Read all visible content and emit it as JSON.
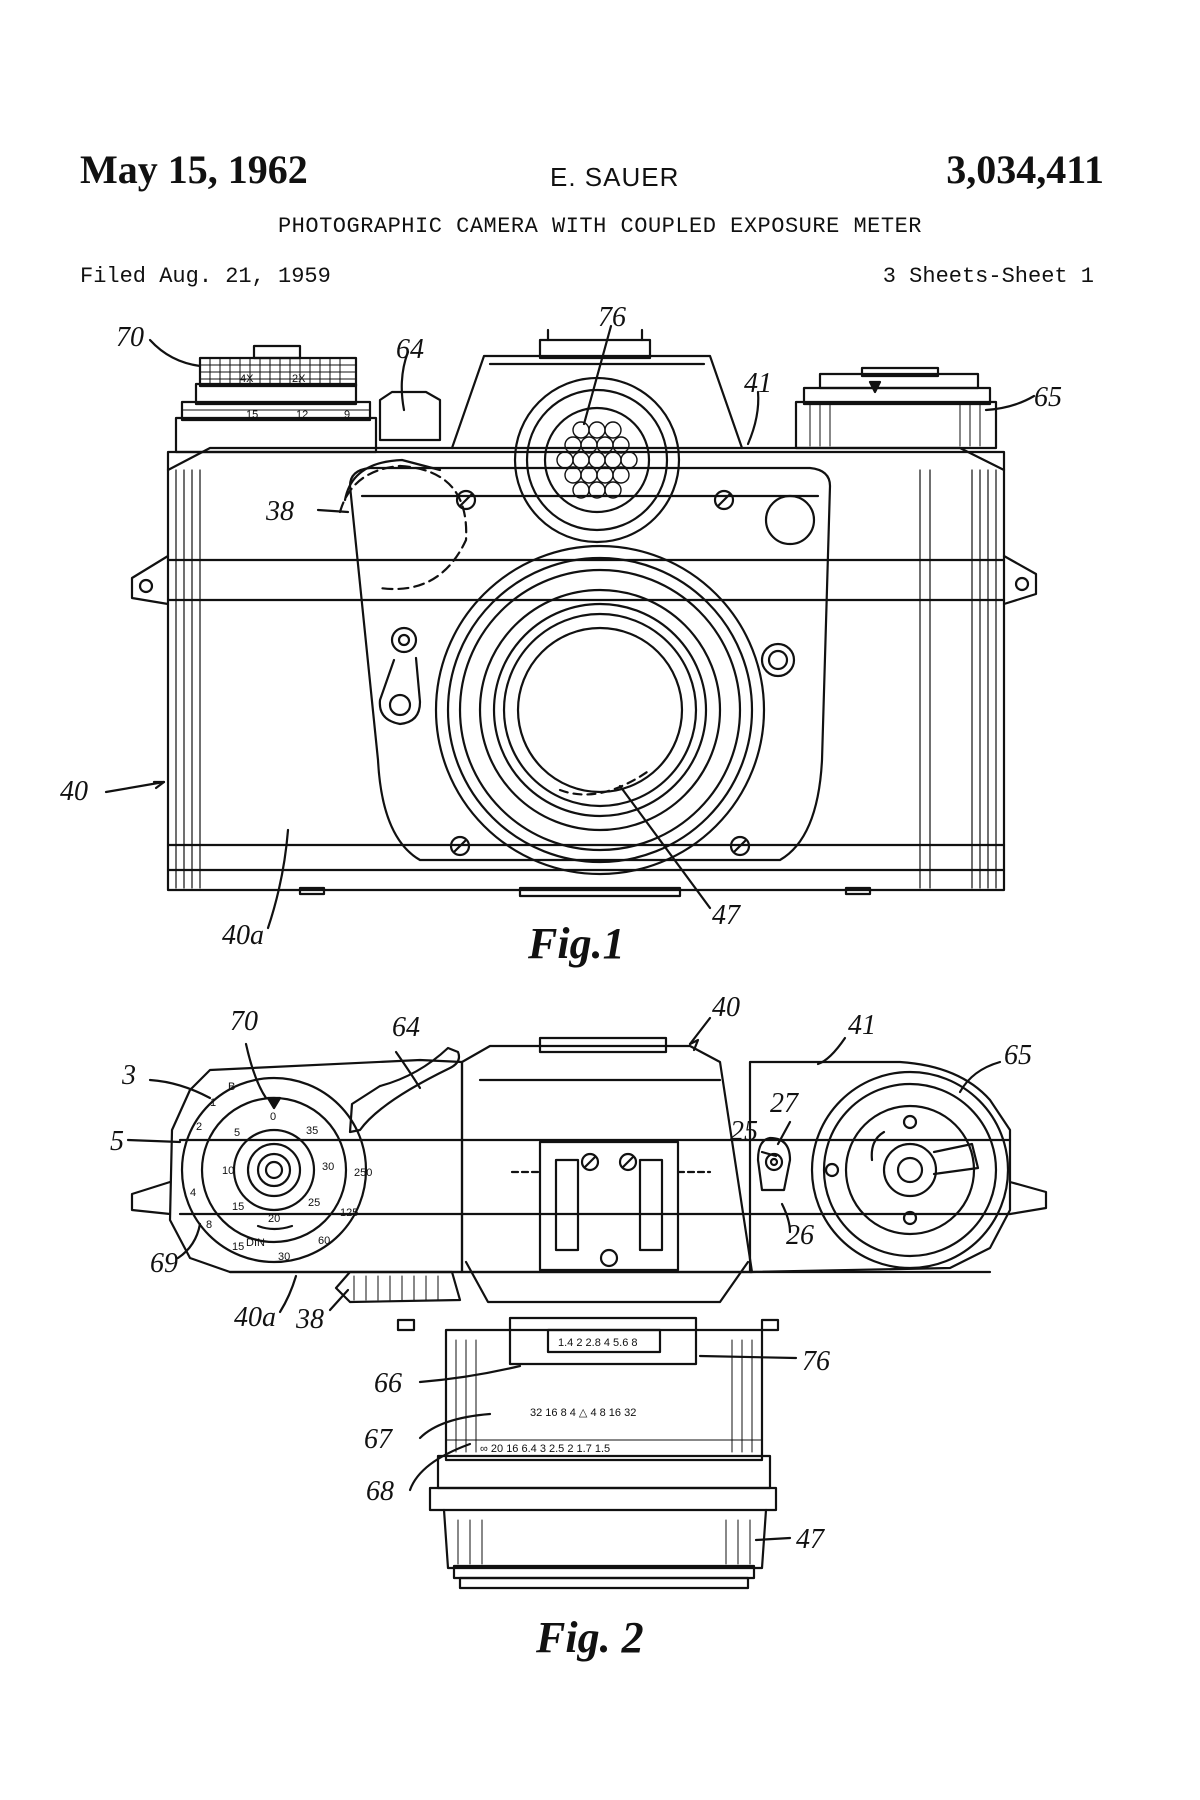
{
  "header": {
    "date": "May 15, 1962",
    "inventor": "E. SAUER",
    "patent_number": "3,034,411",
    "title": "PHOTOGRAPHIC CAMERA WITH COUPLED EXPOSURE METER",
    "filed": "Filed Aug. 21, 1959",
    "sheet": "3 Sheets-Sheet 1"
  },
  "figures": {
    "fig1": {
      "caption": "Fig.1",
      "refs": {
        "r70": "70",
        "r64": "64",
        "r76": "76",
        "r41": "41",
        "r65": "65",
        "r38": "38",
        "r40": "40",
        "r40a": "40a",
        "r47": "47"
      },
      "dial_marks": {
        "m4x": "4X",
        "m2x": "2X",
        "m15": "15",
        "m12": "12",
        "m9": "9"
      }
    },
    "fig2": {
      "caption": "Fig. 2",
      "refs": {
        "r70": "70",
        "r64": "64",
        "r40": "40",
        "r41": "41",
        "r65": "65",
        "r3": "3",
        "r5": "5",
        "r27": "27",
        "r25": "25",
        "r26": "26",
        "r69": "69",
        "r40a": "40a",
        "r38": "38",
        "r76": "76",
        "r66": "66",
        "r67": "67",
        "r68": "68",
        "r47": "47"
      },
      "speed_dial": [
        "B",
        "1",
        "2",
        "4",
        "8",
        "15",
        "30",
        "60",
        "125",
        "250"
      ],
      "film_dial": [
        "0",
        "35",
        "30",
        "25",
        "20",
        "15",
        "10",
        "5",
        "DIN"
      ],
      "aperture_scale_66": "1.4  2  2.8  4  5.6  8",
      "depth_scale_67": "32   16  8  4 △ 4  8  16   32",
      "distance_scale_68": "∞ 20 16 6.4 3 2.5 2 1.7 1.5"
    }
  }
}
